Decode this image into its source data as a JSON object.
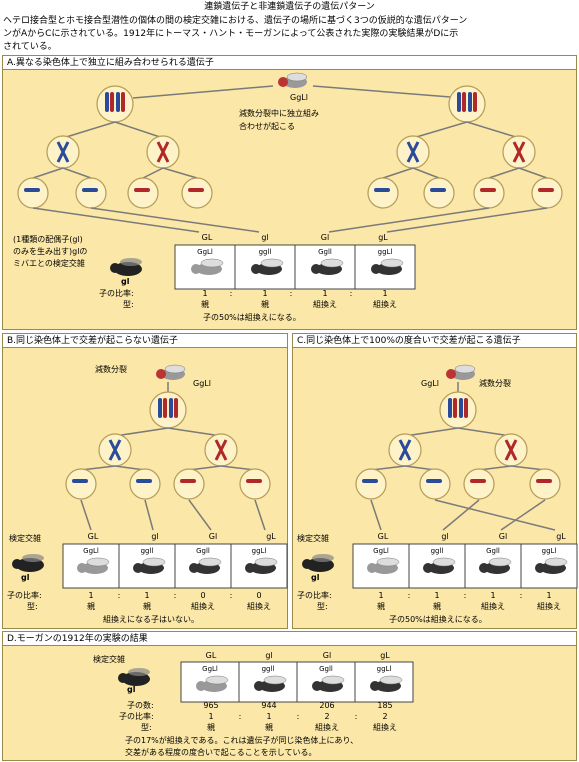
{
  "header": {
    "title": "連鎖遺伝子と非連鎖遺伝子の遺伝パターン",
    "line1": "ヘテロ接合型とホモ接合型潜性の個体の間の検定交雑における、遺伝子の場所に基づく3つの仮説的な遺伝パターン",
    "line2": "ンがAからCに示されている。1912年にトーマス・ハント・モーガンによって公表された実際の実験結果がDに示",
    "line3": "されている。"
  },
  "panel_a": {
    "title": "A.異なる染色体上で独立に組み合わせられる遺伝子",
    "parent_label": "GgLl",
    "note1": "減数分裂中に独立組み",
    "note2": "合わせが起こる",
    "gametes": [
      "GL",
      "gl",
      "Gl",
      "gL"
    ],
    "tester1": "(1種類の配偶子(gl)",
    "tester2": "のみを生み出す)glの",
    "tester3": "ミバエとの検定交雑",
    "tester_genotype": "gl",
    "offspring": [
      "GgLl",
      "ggll",
      "Ggll",
      "ggLl"
    ],
    "ratio_label": "子の比率:",
    "ratios": [
      "1",
      ":",
      "1",
      ":",
      "1",
      ":",
      "1"
    ],
    "type_label": "型:",
    "types": [
      "親",
      "親",
      "組換え",
      "組換え"
    ],
    "summary": "子の50%は組換えになる。"
  },
  "panel_b": {
    "title": "B.同じ染色体上で交差が起こらない遺伝子",
    "meiosis": "減数分裂",
    "parent_label": "GgLl",
    "cross_label": "検定交雑",
    "tester_genotype": "gl",
    "gametes": [
      "GL",
      "gl",
      "Gl",
      "gL"
    ],
    "offspring": [
      "GgLl",
      "ggll",
      "Ggll",
      "ggLl"
    ],
    "ratio_label": "子の比率:",
    "ratios": [
      "1",
      ":",
      "1",
      ":",
      "0",
      ":",
      "0"
    ],
    "type_label": "型:",
    "types": [
      "親",
      "親",
      "組換え",
      "組換え"
    ],
    "summary": "組換えになる子はいない。"
  },
  "panel_c": {
    "title": "C.同じ染色体上で100%の度合いで交差が起こる遺伝子",
    "meiosis": "減数分裂",
    "parent_label": "GgLl",
    "cross_label": "検定交雑",
    "tester_genotype": "gl",
    "gametes": [
      "GL",
      "gl",
      "Gl",
      "gL"
    ],
    "offspring": [
      "GgLl",
      "ggll",
      "Ggll",
      "ggLl"
    ],
    "ratio_label": "子の比率:",
    "ratios": [
      "1",
      ":",
      "1",
      ":",
      "1",
      ":",
      "1"
    ],
    "type_label": "型:",
    "types": [
      "親",
      "親",
      "組換え",
      "組換え"
    ],
    "summary": "子の50%は組換えになる。"
  },
  "panel_d": {
    "title": "D.モーガンの1912年の実験の結果",
    "cross_label": "検定交雑",
    "tester_genotype": "gl",
    "gametes": [
      "GL",
      "gl",
      "Gl",
      "gL"
    ],
    "offspring": [
      "GgLl",
      "ggll",
      "Ggll",
      "ggLl"
    ],
    "count_label": "子の数:",
    "counts": [
      "965",
      "944",
      "206",
      "185"
    ],
    "ratio_label": "子の比率:",
    "ratios": [
      "1",
      ":",
      "1",
      ":",
      "2",
      ":",
      "2"
    ],
    "type_label": "型:",
    "types": [
      "親",
      "親",
      "組換え",
      "組換え"
    ],
    "summary1": "子の17%が組換えである。これは遺伝子が同じ染色体上にあり、",
    "summary2": "交差がある程度の度合いで起こることを示している。"
  },
  "colors": {
    "panel_bg": "#fbe7a7",
    "cell_fill": "#fdf2c8",
    "chrom_blue": "#2a4a9a",
    "chrom_red": "#b0282a",
    "line_gray": "#7a7a7a"
  }
}
